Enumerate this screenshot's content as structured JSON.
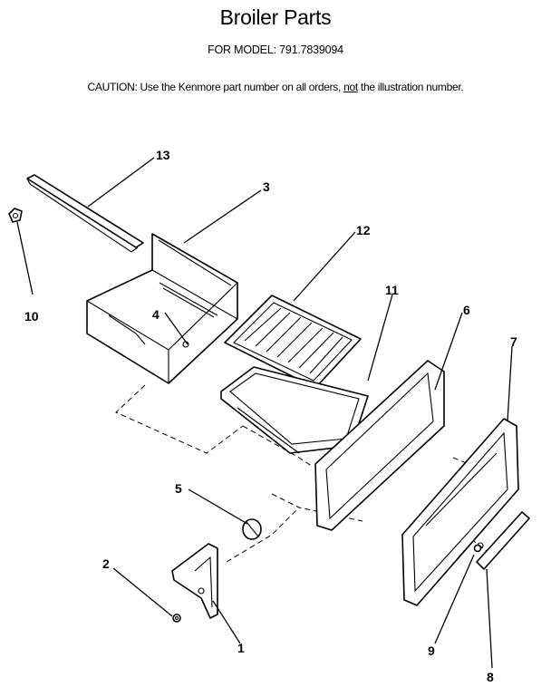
{
  "header": {
    "title": "Broiler Parts",
    "model_line": "FOR MODEL:  791.7839094",
    "caution_prefix": "CAUTION:  Use the Kenmore part number on all orders, ",
    "caution_emph": "not",
    "caution_suffix": " the illustration number."
  },
  "callouts": [
    "1",
    "2",
    "3",
    "4",
    "5",
    "6",
    "7",
    "8",
    "9",
    "10",
    "11",
    "12",
    "13"
  ]
}
